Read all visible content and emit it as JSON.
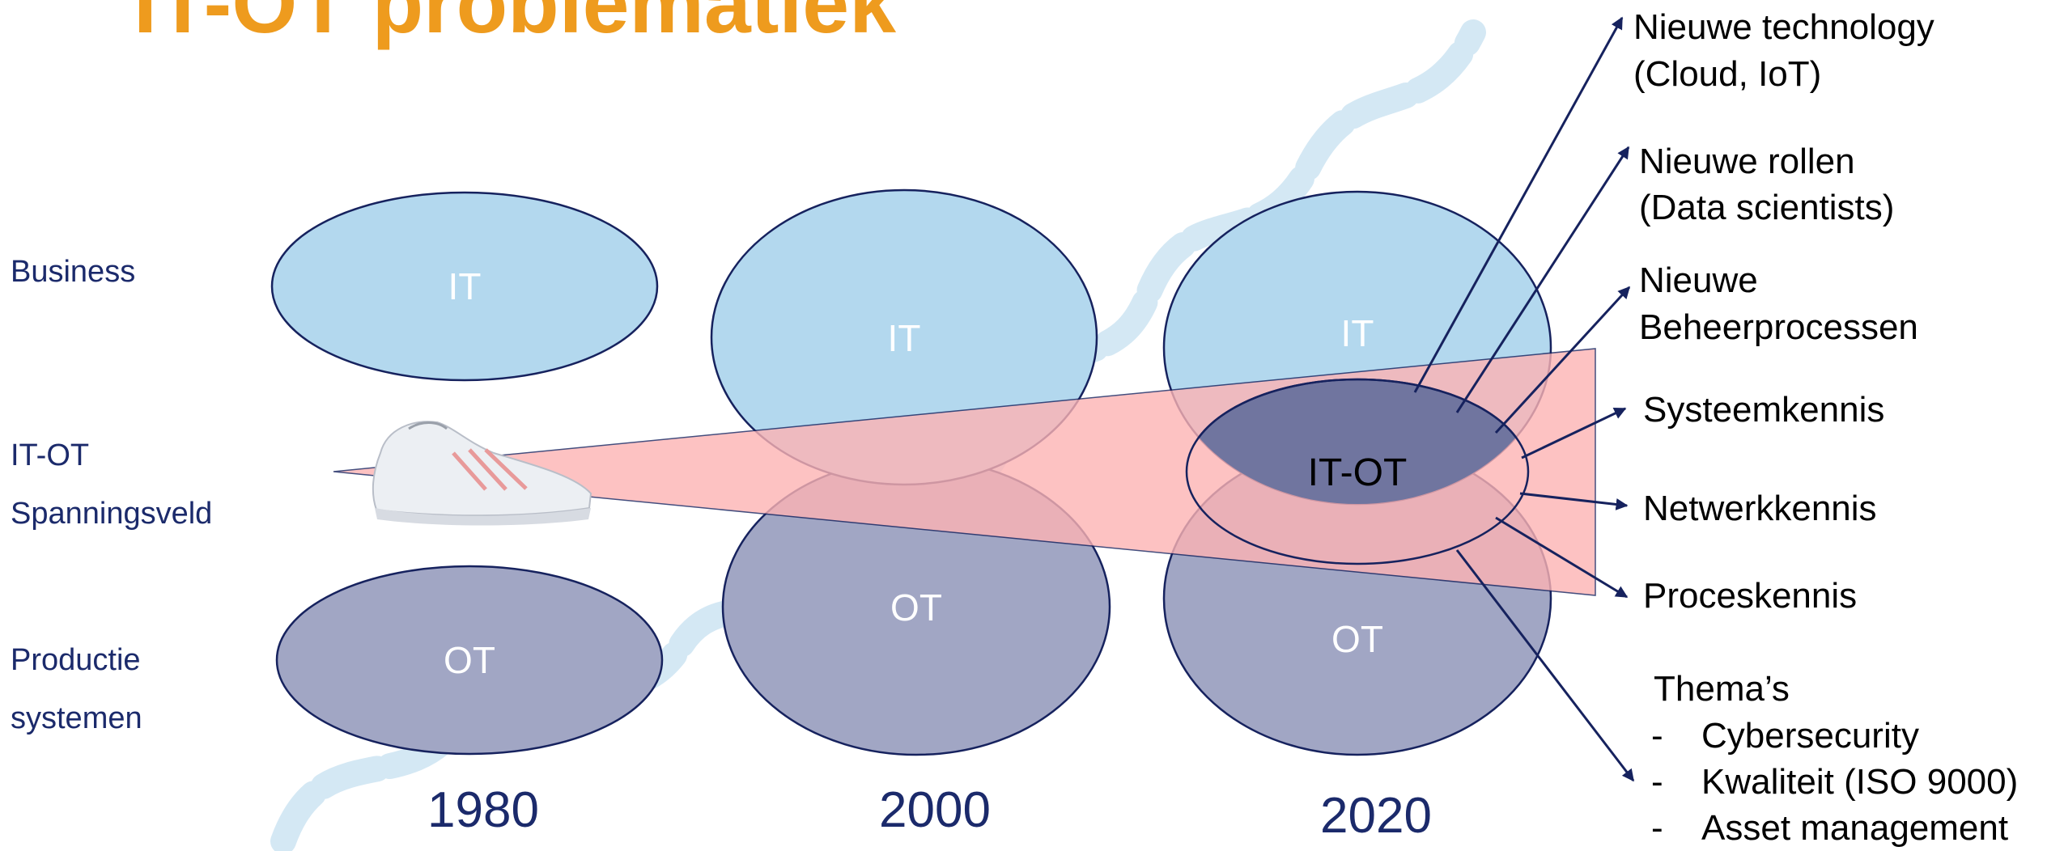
{
  "title": "IT-OT problematiek",
  "row_labels": {
    "business": "Business",
    "itot_line1": "IT-OT",
    "itot_line2": "Spanningsveld",
    "productie_line1": "Productie",
    "productie_line2": "systemen"
  },
  "ellipse_labels": {
    "it": "IT",
    "ot": "OT",
    "itot": "IT-OT"
  },
  "years": [
    "1980",
    "2000",
    "2020"
  ],
  "right_labels": {
    "tech_1": "Nieuwe technology",
    "tech_2": "(Cloud, IoT)",
    "rollen_1": "Nieuwe rollen",
    "rollen_2": "(Data scientists)",
    "beheer_1": "Nieuwe",
    "beheer_2": "Beheerprocessen",
    "systeem": "Systeemkennis",
    "netwerk": "Netwerkkennis",
    "proces": "Proceskennis",
    "themas_title": "Thema’s",
    "themas": [
      "Cybersecurity",
      "Kwaliteit (ISO 9000)",
      "Asset management"
    ],
    "bullet": "-"
  },
  "colors": {
    "title": "#ee9b1e",
    "it_fill": "#b3d8ee",
    "ot_fill": "#a1a6c4",
    "overlap_fill": "#70759f",
    "wedge_fill": "#fdb3b4",
    "outline": "#16225e",
    "watermark": "#cfe5f3"
  },
  "icons": {
    "shoe": "sneaker-image"
  }
}
